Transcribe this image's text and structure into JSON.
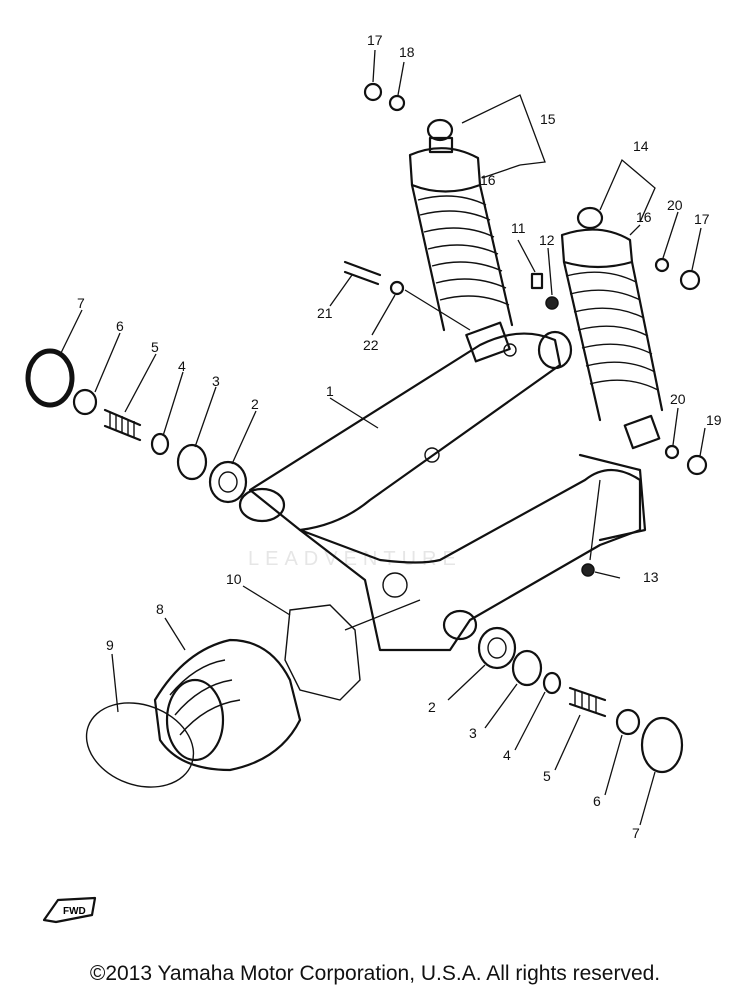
{
  "callouts": {
    "c1": "1",
    "c2a": "2",
    "c2b": "2",
    "c3a": "3",
    "c3b": "3",
    "c4a": "4",
    "c4b": "4",
    "c5a": "5",
    "c5b": "5",
    "c6a": "6",
    "c6b": "6",
    "c7a": "7",
    "c7b": "7",
    "c8": "8",
    "c9": "9",
    "c10": "10",
    "c11": "11",
    "c12": "12",
    "c13": "13",
    "c14": "14",
    "c15": "15",
    "c16a": "16",
    "c16b": "16",
    "c17a": "17",
    "c17b": "17",
    "c18": "18",
    "c19": "19",
    "c20a": "20",
    "c20b": "20",
    "c21": "21",
    "c22": "22"
  },
  "fwd_label": "FWD",
  "watermark": "LEADVENTURE",
  "footer": {
    "copyright": "©2013 Yamaha Motor Corporation, U.S.A. All rights reserved."
  }
}
